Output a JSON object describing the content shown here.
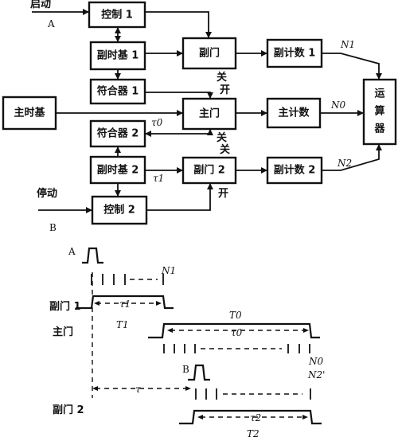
{
  "block_diagram": {
    "inputs": {
      "start": "启动",
      "start_letter": "A",
      "stop": "停动",
      "stop_letter": "B"
    },
    "blocks": {
      "main_timebase": "主时基",
      "control_1": "控制 1",
      "sub_timebase_1": "副时基 1",
      "coincidence_1": "符合器 1",
      "coincidence_2": "符合器 2",
      "sub_timebase_2": "副时基 2",
      "control_2": "控制 2",
      "sub_gate_1": "副门",
      "main_gate": "主门",
      "sub_gate_2": "副门 2",
      "sub_counter_1": "副计数 1",
      "main_counter": "主计数",
      "sub_counter_2": "副计数 2",
      "calculator": "运算器"
    },
    "signals": {
      "close_1": "关",
      "open_1": "开",
      "close_2": "关",
      "close_3": "关",
      "open_2": "开",
      "tau0": "τ0",
      "tau1": "τ1",
      "n1": "N1",
      "n0": "N0",
      "n2": "N2"
    }
  },
  "timing_diagram": {
    "pulse_a": "A",
    "pulse_b": "B",
    "n1": "N1",
    "n0": "N0",
    "n2_prime": "N2'",
    "row_sub_gate_1": "副门 1",
    "row_main_gate": "主门",
    "row_sub_gate_2": "副门 2",
    "tau1": "τ1",
    "T1": "T1",
    "T0": "T0",
    "tau0": "τ0",
    "tau": "τ",
    "tau2": "τ2",
    "T2": "T2"
  }
}
